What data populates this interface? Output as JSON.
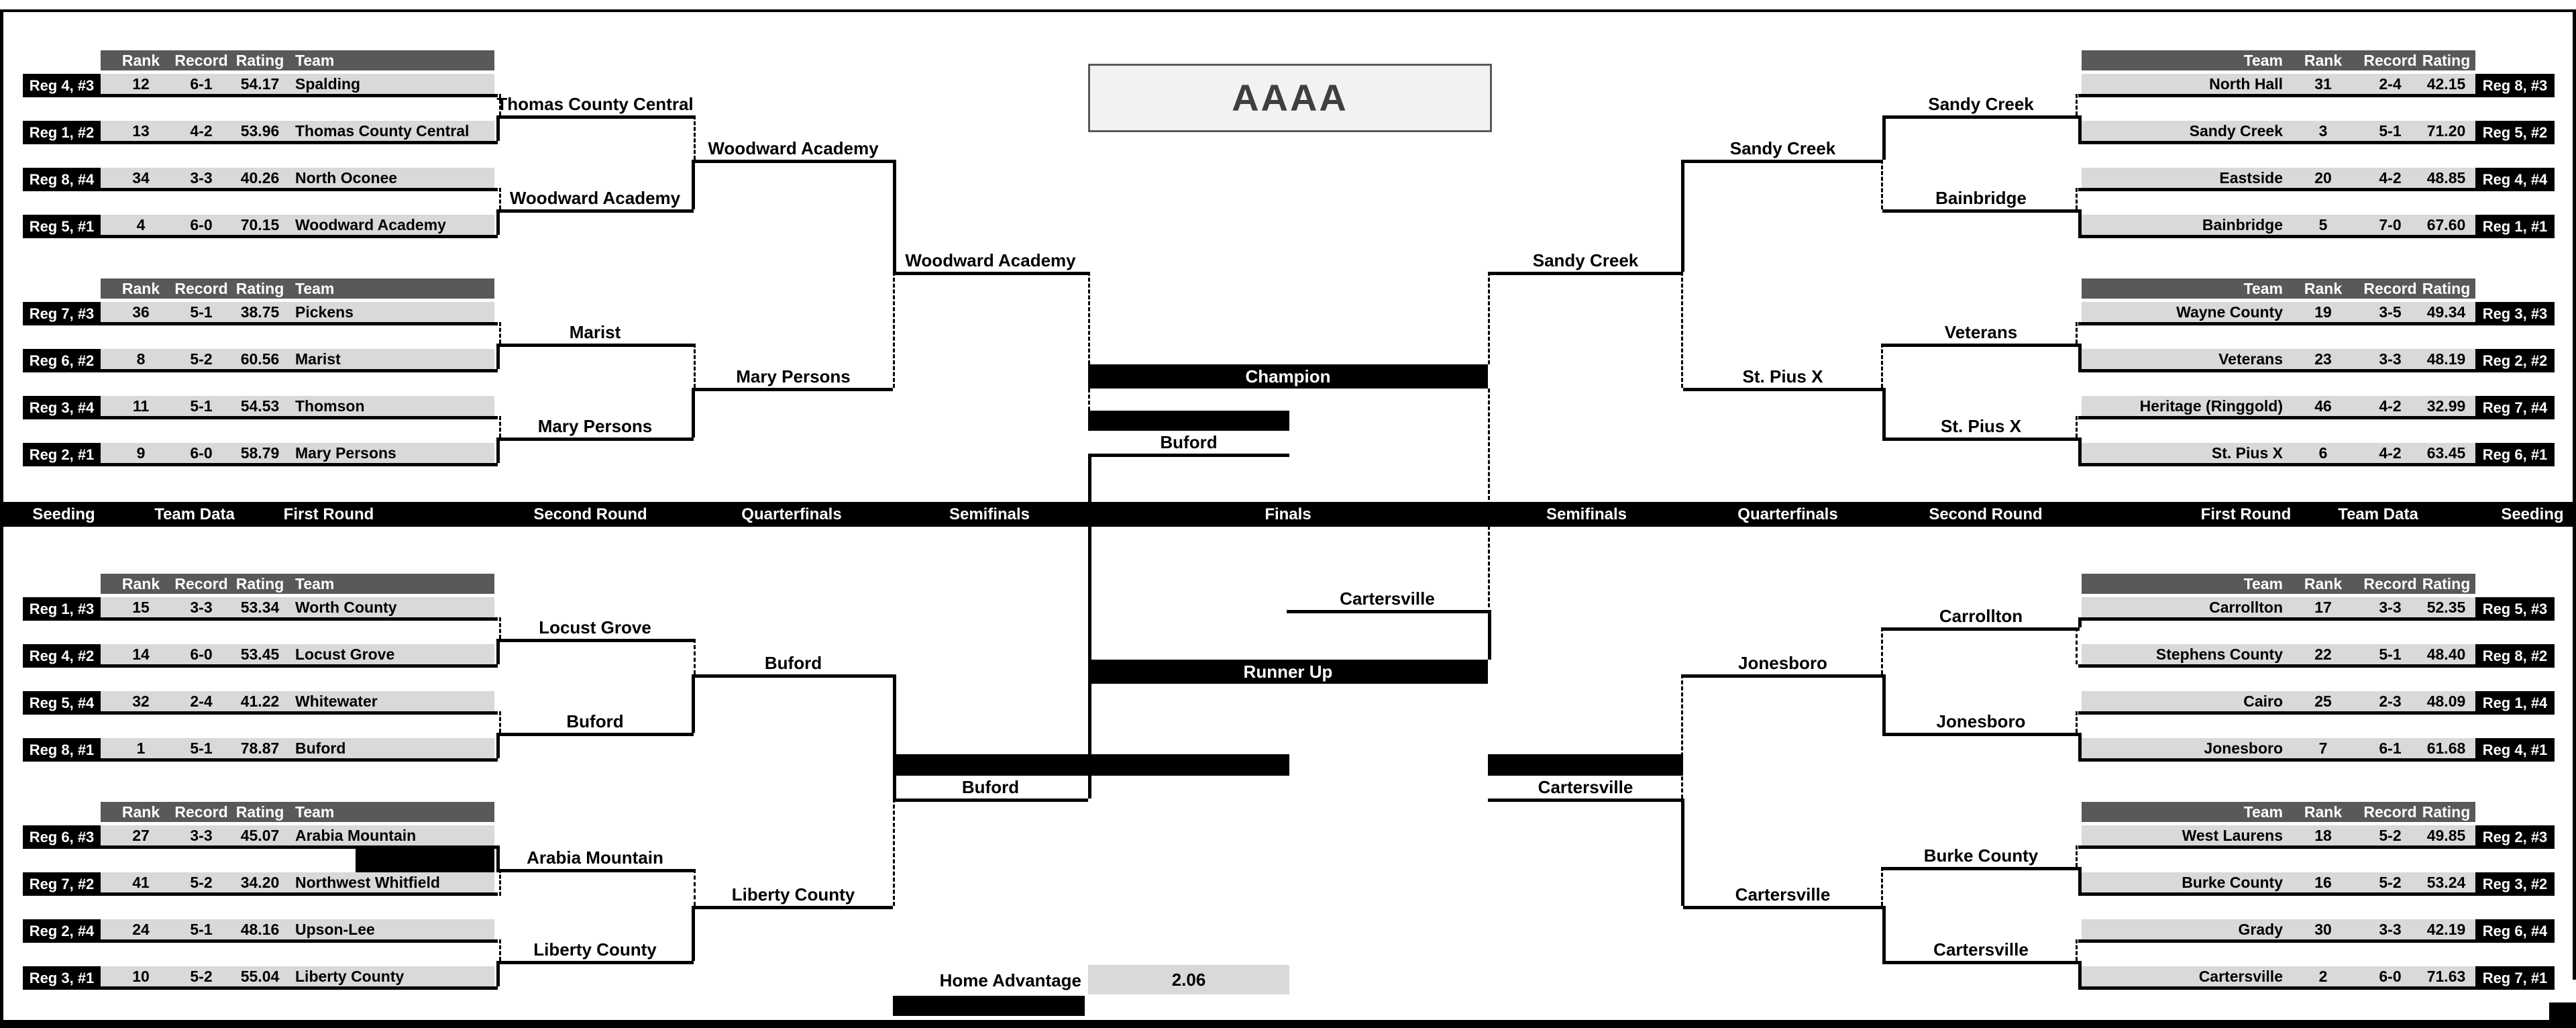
{
  "title": "AAAA",
  "round_headers": [
    "Seeding",
    "Team Data",
    "First Round",
    "Second Round",
    "Quarterfinals",
    "Semifinals",
    "Finals",
    "Semifinals",
    "Quarterfinals",
    "Second Round",
    "First Round",
    "Team Data",
    "Seeding"
  ],
  "table_columns_left": [
    "Rank",
    "Record",
    "Rating",
    "Team"
  ],
  "table_columns_right": [
    "Team",
    "Rank",
    "Record",
    "Rating"
  ],
  "left_groups": [
    {
      "teams": [
        {
          "seed": "Reg 4, #3",
          "rank": "12",
          "record": "6-1",
          "rating": "54.17",
          "team": "Spalding"
        },
        {
          "seed": "Reg 1, #2",
          "rank": "13",
          "record": "4-2",
          "rating": "53.96",
          "team": "Thomas County Central"
        },
        {
          "seed": "Reg 8, #4",
          "rank": "34",
          "record": "3-3",
          "rating": "40.26",
          "team": "North Oconee"
        },
        {
          "seed": "Reg 5, #1",
          "rank": "4",
          "record": "6-0",
          "rating": "70.15",
          "team": "Woodward Academy"
        }
      ]
    },
    {
      "teams": [
        {
          "seed": "Reg 7, #3",
          "rank": "36",
          "record": "5-1",
          "rating": "38.75",
          "team": "Pickens"
        },
        {
          "seed": "Reg 6, #2",
          "rank": "8",
          "record": "5-2",
          "rating": "60.56",
          "team": "Marist"
        },
        {
          "seed": "Reg 3, #4",
          "rank": "11",
          "record": "5-1",
          "rating": "54.53",
          "team": "Thomson"
        },
        {
          "seed": "Reg 2, #1",
          "rank": "9",
          "record": "6-0",
          "rating": "58.79",
          "team": "Mary Persons"
        }
      ]
    },
    {
      "teams": [
        {
          "seed": "Reg 1, #3",
          "rank": "15",
          "record": "3-3",
          "rating": "53.34",
          "team": "Worth County"
        },
        {
          "seed": "Reg 4, #2",
          "rank": "14",
          "record": "6-0",
          "rating": "53.45",
          "team": "Locust Grove"
        },
        {
          "seed": "Reg 5, #4",
          "rank": "32",
          "record": "2-4",
          "rating": "41.22",
          "team": "Whitewater"
        },
        {
          "seed": "Reg 8, #1",
          "rank": "1",
          "record": "5-1",
          "rating": "78.87",
          "team": "Buford"
        }
      ]
    },
    {
      "teams": [
        {
          "seed": "Reg 6, #3",
          "rank": "27",
          "record": "3-3",
          "rating": "45.07",
          "team": "Arabia Mountain"
        },
        {
          "seed": "Reg 7, #2",
          "rank": "41",
          "record": "5-2",
          "rating": "34.20",
          "team": "Northwest Whitfield"
        },
        {
          "seed": "Reg 2, #4",
          "rank": "24",
          "record": "5-1",
          "rating": "48.16",
          "team": "Upson-Lee"
        },
        {
          "seed": "Reg 3, #1",
          "rank": "10",
          "record": "5-2",
          "rating": "55.04",
          "team": "Liberty County"
        }
      ]
    }
  ],
  "right_groups": [
    {
      "teams": [
        {
          "seed": "Reg 8, #3",
          "rank": "31",
          "record": "2-4",
          "rating": "42.15",
          "team": "North Hall"
        },
        {
          "seed": "Reg 5, #2",
          "rank": "3",
          "record": "5-1",
          "rating": "71.20",
          "team": "Sandy Creek"
        },
        {
          "seed": "Reg 4, #4",
          "rank": "20",
          "record": "4-2",
          "rating": "48.85",
          "team": "Eastside"
        },
        {
          "seed": "Reg 1, #1",
          "rank": "5",
          "record": "7-0",
          "rating": "67.60",
          "team": "Bainbridge"
        }
      ]
    },
    {
      "teams": [
        {
          "seed": "Reg 3, #3",
          "rank": "19",
          "record": "3-5",
          "rating": "49.34",
          "team": "Wayne County"
        },
        {
          "seed": "Reg 2, #2",
          "rank": "23",
          "record": "3-3",
          "rating": "48.19",
          "team": "Veterans"
        },
        {
          "seed": "Reg 7, #4",
          "rank": "46",
          "record": "4-2",
          "rating": "32.99",
          "team": "Heritage (Ringgold)"
        },
        {
          "seed": "Reg 6, #1",
          "rank": "6",
          "record": "4-2",
          "rating": "63.45",
          "team": "St. Pius X"
        }
      ]
    },
    {
      "teams": [
        {
          "seed": "Reg 5, #3",
          "rank": "17",
          "record": "3-3",
          "rating": "52.35",
          "team": "Carrollton"
        },
        {
          "seed": "Reg 8, #2",
          "rank": "22",
          "record": "5-1",
          "rating": "48.40",
          "team": "Stephens County"
        },
        {
          "seed": "Reg 1, #4",
          "rank": "25",
          "record": "2-3",
          "rating": "48.09",
          "team": "Cairo"
        },
        {
          "seed": "Reg 4, #1",
          "rank": "7",
          "record": "6-1",
          "rating": "61.68",
          "team": "Jonesboro"
        }
      ]
    },
    {
      "teams": [
        {
          "seed": "Reg 2, #3",
          "rank": "18",
          "record": "5-2",
          "rating": "49.85",
          "team": "West Laurens"
        },
        {
          "seed": "Reg 3, #2",
          "rank": "16",
          "record": "5-2",
          "rating": "53.24",
          "team": "Burke County"
        },
        {
          "seed": "Reg 6, #4",
          "rank": "30",
          "record": "3-3",
          "rating": "42.19",
          "team": "Grady"
        },
        {
          "seed": "Reg 7, #1",
          "rank": "2",
          "record": "6-0",
          "rating": "71.63",
          "team": "Cartersville"
        }
      ]
    }
  ],
  "bracket": {
    "left_top": {
      "first_round": [
        "Thomas County Central",
        "Woodward Academy",
        "Marist",
        "Mary Persons"
      ],
      "second_round": [
        "Woodward Academy",
        "Mary Persons"
      ],
      "quarterfinal": "Woodward Academy"
    },
    "left_bottom": {
      "first_round": [
        "Locust Grove",
        "Buford",
        "Arabia Mountain",
        "Liberty County"
      ],
      "second_round": [
        "Buford",
        "Liberty County"
      ],
      "quarterfinal": "Buford"
    },
    "right_top": {
      "first_round": [
        "Sandy Creek",
        "Bainbridge",
        "Veterans",
        "St. Pius X"
      ],
      "second_round": [
        "Sandy Creek",
        "St. Pius X"
      ],
      "quarterfinal": "Sandy Creek"
    },
    "right_bottom": {
      "first_round": [
        "Carrollton",
        "Jonesboro",
        "Burke County",
        "Cartersville"
      ],
      "second_round": [
        "Jonesboro",
        "Cartersville"
      ],
      "quarterfinal": "Cartersville"
    }
  },
  "finals": {
    "champion_label": "Champion",
    "champion": "Buford",
    "runner_up_label": "Runner Up",
    "runner_up": "Cartersville"
  },
  "home_advantage": {
    "label": "Home Advantage",
    "value": "2.06"
  },
  "colors": {
    "row_fill": "#d9d9d9",
    "table_header_fill": "#595959",
    "seed_fill": "#000000",
    "bar_fill": "#000000",
    "title_fill": "#f2f2f2",
    "title_border": "#595959"
  }
}
